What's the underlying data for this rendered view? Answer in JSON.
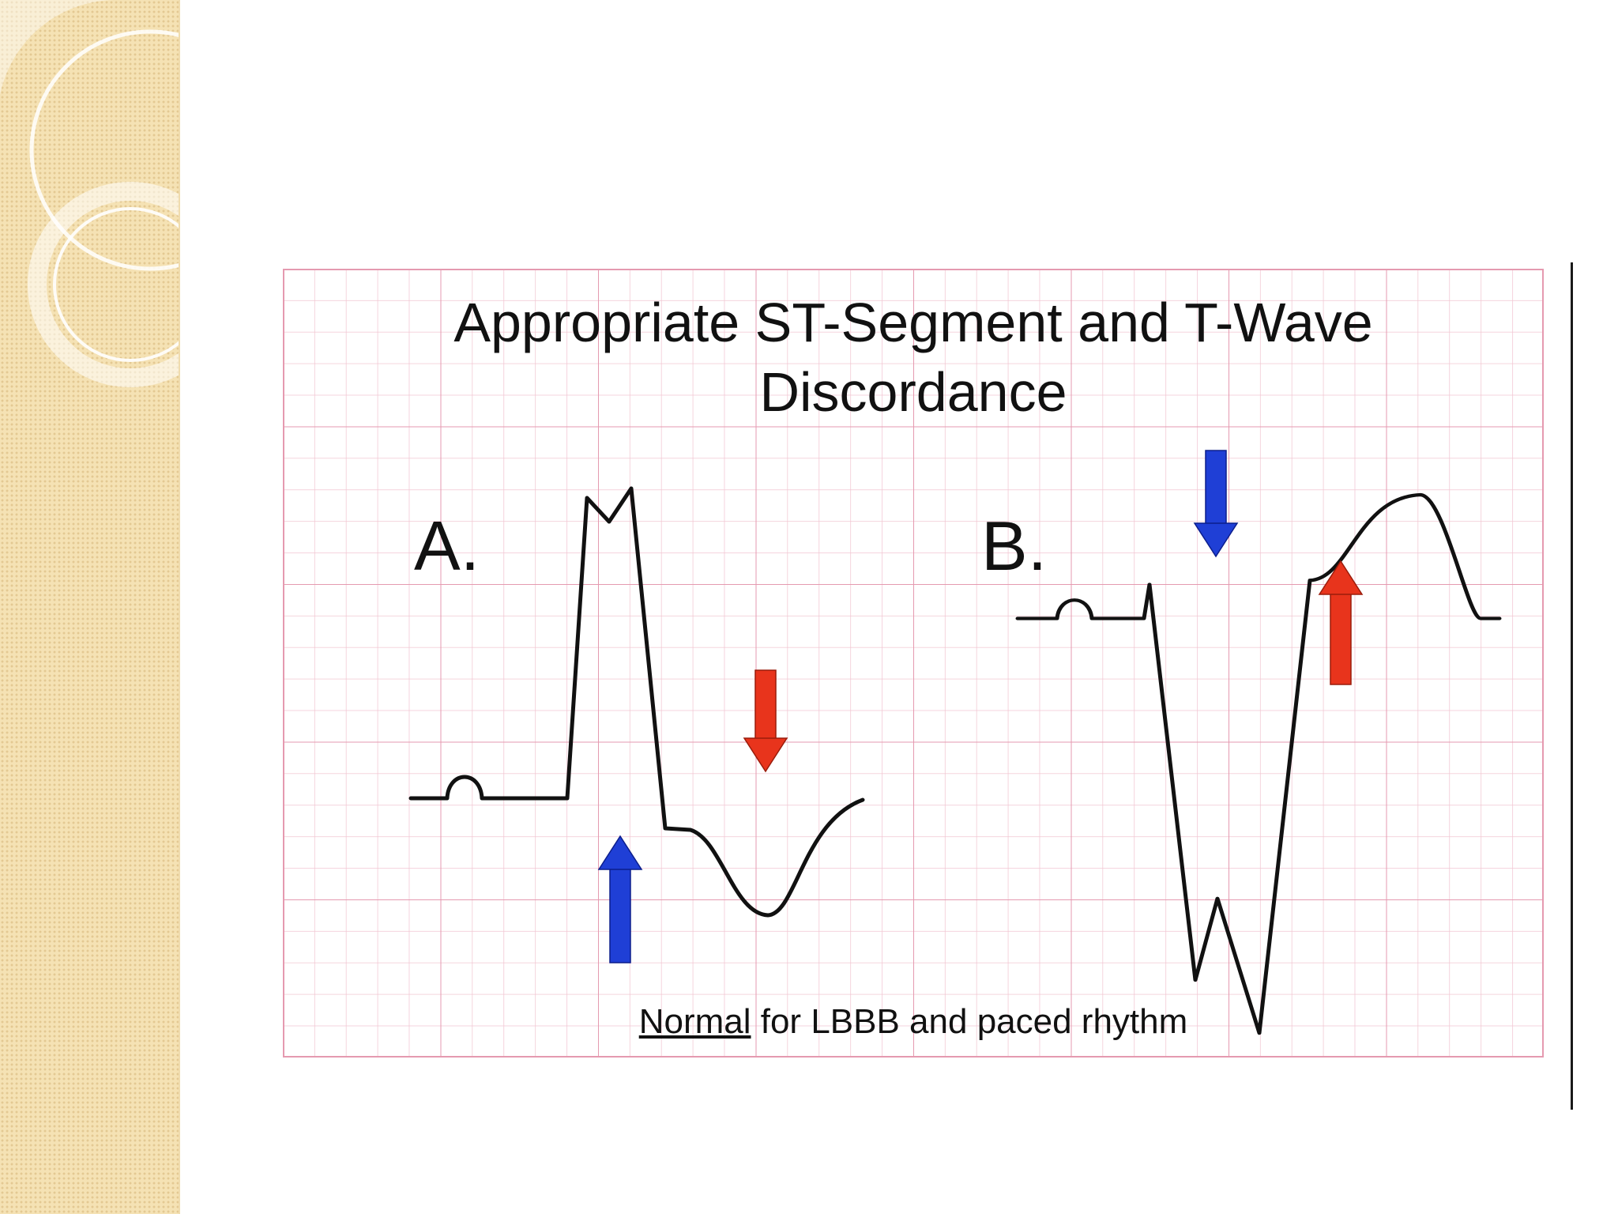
{
  "figure": {
    "title_line1": "Appropriate ST-Segment and T-Wave",
    "title_line2": "Discordance",
    "panel_a_label": "A.",
    "panel_b_label": "B.",
    "caption_underlined": "Normal",
    "caption_rest": " for LBBB and paced rhythm"
  },
  "colors": {
    "sidebar": "#f5e2b4",
    "grid_minor": "#f2c6d2",
    "grid_major": "#e59ab0",
    "trace": "#111111",
    "arrow_blue": "#1f3fd6",
    "arrow_red": "#e8341c"
  },
  "icons": {
    "panel_a_st_arrow": "arrow-up-blue",
    "panel_a_t_arrow": "arrow-down-red",
    "panel_b_st_arrow": "arrow-down-blue",
    "panel_b_t_arrow": "arrow-up-red"
  }
}
